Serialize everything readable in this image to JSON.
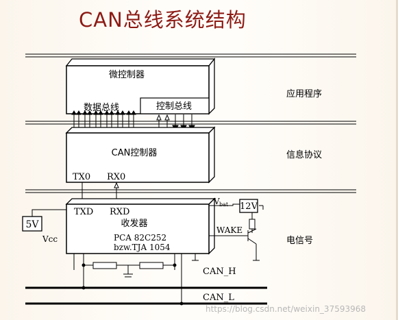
{
  "title": "CAN总线系统结构",
  "layers": {
    "application": "应用程序",
    "protocol": "信息协议",
    "electrical": "电信号"
  },
  "microcontroller": {
    "label": "微控制器",
    "data_bus": "数据总线",
    "control_bus": "控制总线"
  },
  "can_controller": {
    "label": "CAN控制器",
    "tx0": "TX0",
    "rx0": "RX0"
  },
  "transceiver": {
    "txd": "TXD",
    "rxd": "RXD",
    "label": "收发器",
    "model1": "PCA 82C252",
    "model2": "bzw.TJA 1054",
    "vbat": "V",
    "vbat_sub": "bat",
    "wake": "WAKE"
  },
  "supply": {
    "five_v": "5V",
    "vcc": "Vcc",
    "twelve_v": "12V"
  },
  "bus": {
    "can_h": "CAN_H",
    "can_l": "CAN_L"
  },
  "watermark": "https://blog.csdn.net/weixin_37593968"
}
